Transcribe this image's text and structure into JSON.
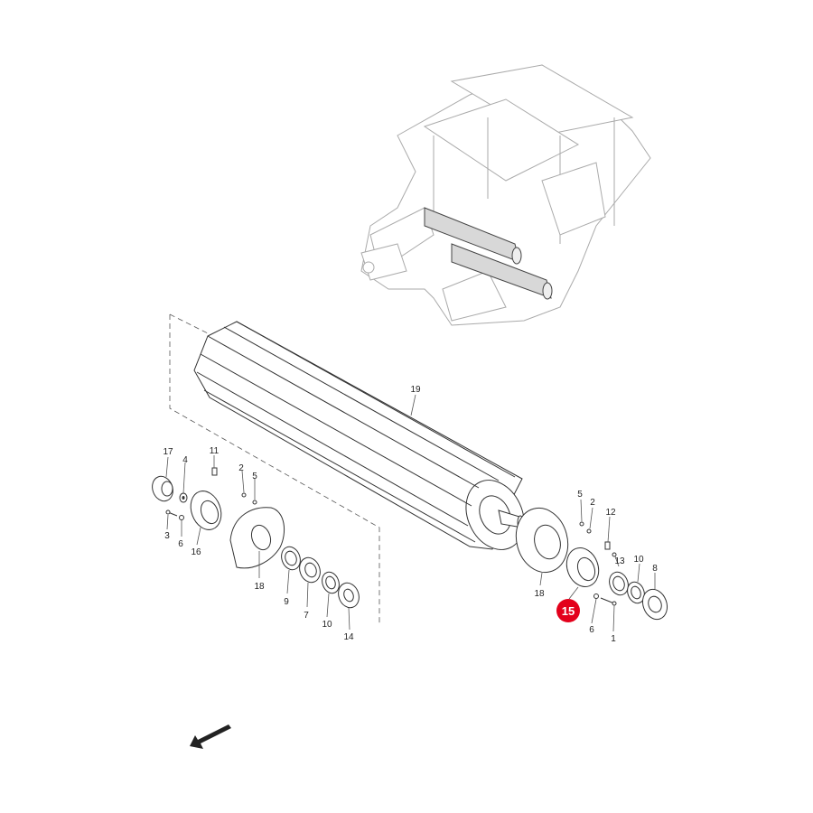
{
  "labels": {
    "l1": "1",
    "l2a": "2",
    "l2b": "2",
    "l3": "3",
    "l4": "4",
    "l5a": "5",
    "l5b": "5",
    "l6a": "6",
    "l6b": "6",
    "l7": "7",
    "l8": "8",
    "l9": "9",
    "l10a": "10",
    "l10b": "10",
    "l11": "11",
    "l12": "12",
    "l13": "13",
    "l14": "14",
    "l15": "15",
    "l16": "16",
    "l17": "17",
    "l18a": "18",
    "l18b": "18",
    "l19": "19"
  },
  "colors": {
    "highlight": "#e3001b",
    "line": "#333333",
    "light": "#aaaaaa"
  },
  "icons": {
    "direction": "arrow-down-left-icon"
  }
}
